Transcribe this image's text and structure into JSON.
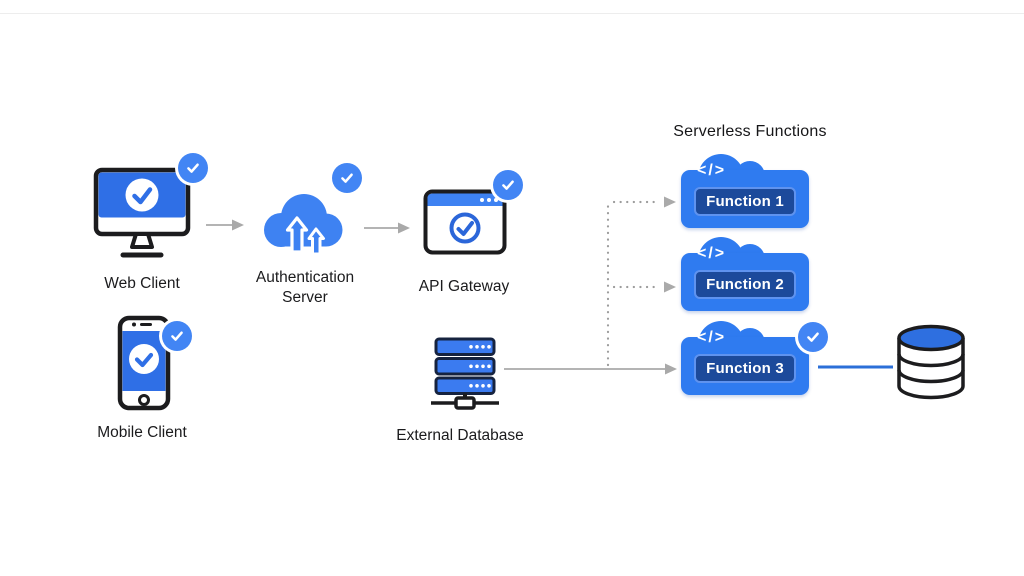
{
  "title": "Serverless Functions",
  "code_glyph": "</>",
  "nodes": {
    "web_client": {
      "label": "Web Client",
      "icon": "monitor-check-icon",
      "verified_badge": true
    },
    "auth_server": {
      "label": "Authentication Server",
      "icon": "cloud-upload-icon",
      "verified_badge": true
    },
    "api_gateway": {
      "label": "API Gateway",
      "icon": "browser-check-icon",
      "verified_badge": true
    },
    "mobile_client": {
      "label": "Mobile Client",
      "icon": "smartphone-check-icon",
      "verified_badge": true
    },
    "external_database": {
      "label": "External Database",
      "icon": "server-stack-icon",
      "verified_badge": false
    },
    "functions": [
      {
        "label": "Function 1",
        "verified_badge": false
      },
      {
        "label": "Function 2",
        "verified_badge": false
      },
      {
        "label": "Function 3",
        "verified_badge": true
      }
    ],
    "result_database": {
      "icon": "database-cylinder-icon"
    }
  },
  "edges": [
    {
      "from": "web-client",
      "to": "auth-server",
      "style": "solid-gray-arrow"
    },
    {
      "from": "auth-server",
      "to": "api-gateway",
      "style": "solid-gray-arrow"
    },
    {
      "from": "external-database",
      "to": "function-3",
      "style": "solid-gray-arrow"
    },
    {
      "from": "branch-line",
      "to": "function-1",
      "style": "dotted-gray-arrow"
    },
    {
      "from": "branch-line",
      "to": "function-2",
      "style": "dotted-gray-arrow"
    },
    {
      "from": "function-3",
      "to": "result-database",
      "style": "solid-blue-line"
    }
  ],
  "colors": {
    "primary_blue": "#3E82F2",
    "badge_blue": "#4285F4",
    "function_box_blue": "#2F7BF0",
    "function_inner_navy": "#1C4A9B",
    "connector_gray": "#B0B0B0",
    "connector_blue": "#2B6FD8",
    "outline_dark": "#1C1C1E",
    "background": "#FFFFFF"
  }
}
